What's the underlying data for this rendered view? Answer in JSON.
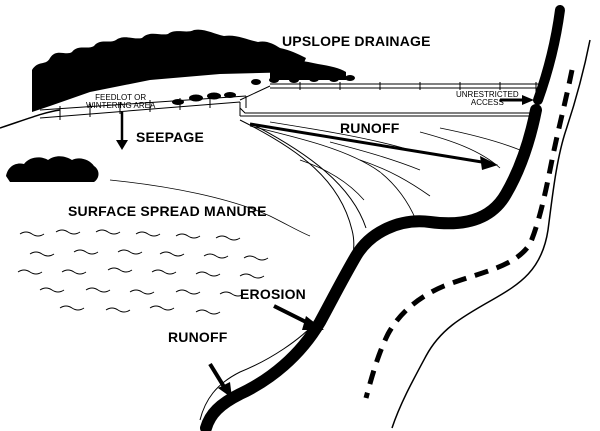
{
  "labels": {
    "upslope_drainage": "UPSLOPE DRAINAGE",
    "feedlot_line1": "FEEDLOT OR",
    "feedlot_line2": "WINTERING AREA",
    "seepage": "SEEPAGE",
    "runoff_top": "RUNOFF",
    "unrestricted_line1": "UNRESTRICTED",
    "unrestricted_line2": "ACCESS",
    "surface_spread_manure": "SURFACE SPREAD MANURE",
    "erosion": "EROSION",
    "runoff_bottom": "RUNOFF"
  },
  "colors": {
    "ink": "#000000",
    "paper": "#ffffff"
  }
}
